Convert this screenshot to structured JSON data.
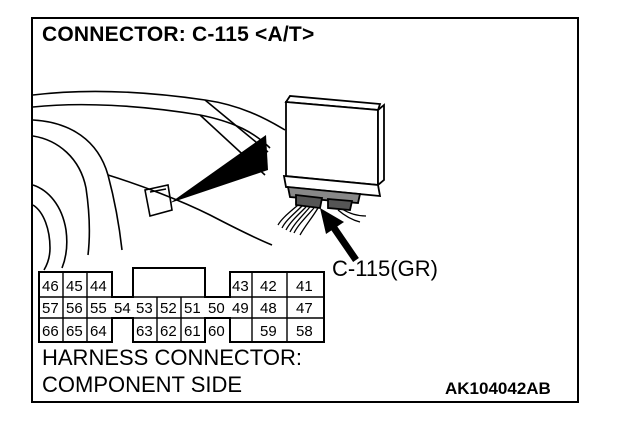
{
  "title": "CONNECTOR: C-115 <A/T>",
  "callout": "C-115(GR)",
  "harness_line1": "HARNESS CONNECTOR:",
  "harness_line2": "COMPONENT SIDE",
  "figure_code": "AK104042AB",
  "pins": {
    "row1": [
      "46",
      "45",
      "44",
      "43",
      "42",
      "41"
    ],
    "row2": [
      "57",
      "56",
      "55",
      "54",
      "53",
      "52",
      "51",
      "50",
      "49",
      "48",
      "47"
    ],
    "row3": [
      "66",
      "65",
      "64",
      "63",
      "62",
      "61",
      "60",
      "59",
      "58"
    ]
  }
}
